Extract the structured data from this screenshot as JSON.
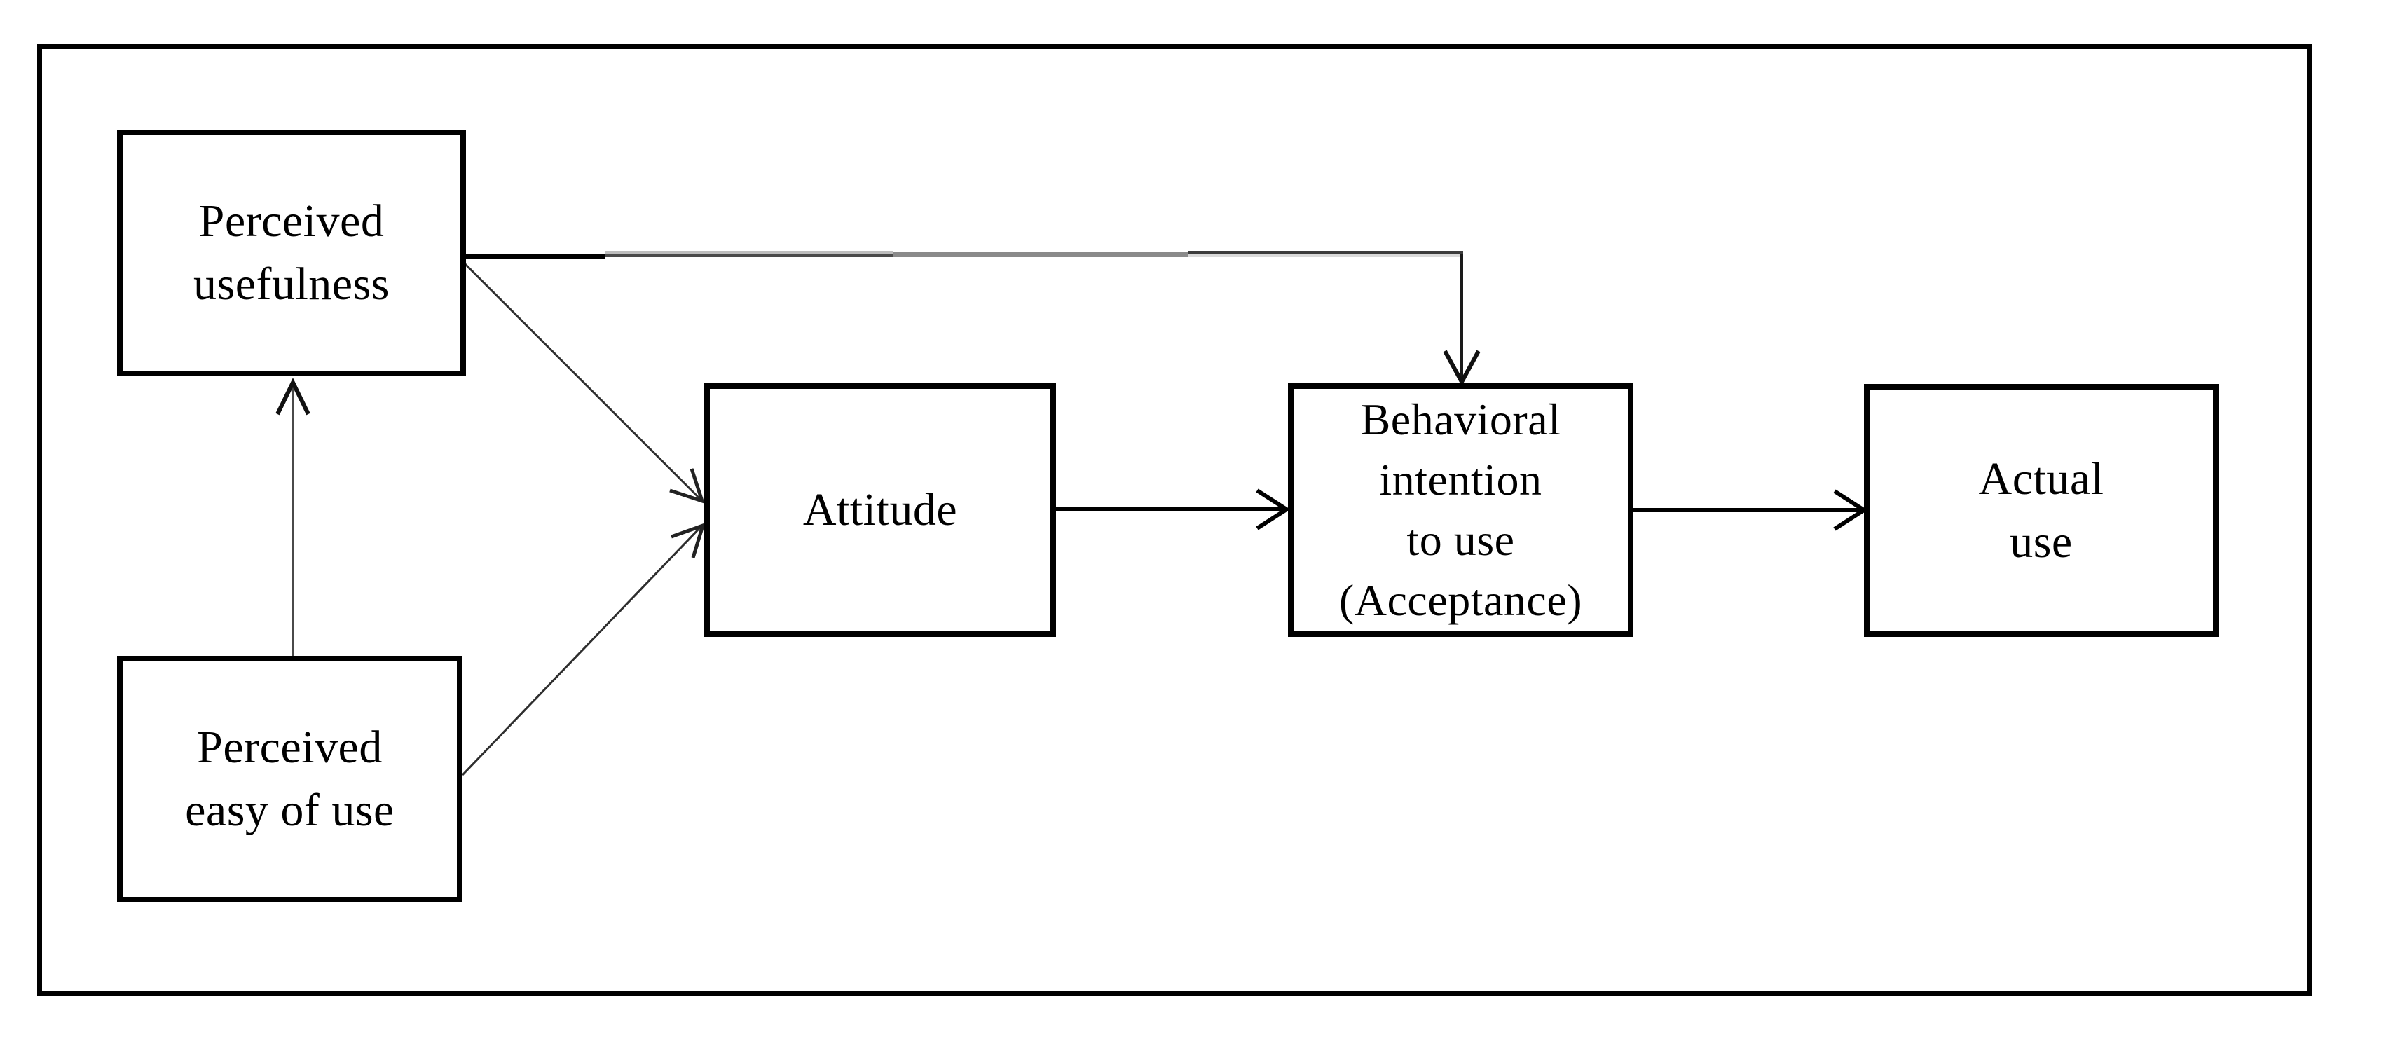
{
  "figure": {
    "type": "diagram",
    "description_visible_text_only": true,
    "nodes": {
      "perceived_usefulness": {
        "lines": [
          "Perceived",
          "usefulness"
        ]
      },
      "perceived_easy_of_use": {
        "lines": [
          "Perceived",
          "easy of use"
        ]
      },
      "attitude": {
        "lines": [
          "Attitude"
        ]
      },
      "behavioral_intention": {
        "lines": [
          "Behavioral",
          "intention",
          "to use",
          "(Acceptance)"
        ]
      },
      "actual_use": {
        "lines": [
          "Actual",
          "use"
        ]
      }
    },
    "edges": [
      {
        "from": "Perceived easy of use",
        "to": "Perceived usefulness",
        "style": "thin-arrow-up"
      },
      {
        "from": "Perceived usefulness",
        "to": "Attitude",
        "style": "thin-diagonal-arrow"
      },
      {
        "from": "Perceived easy of use",
        "to": "Attitude",
        "style": "thin-diagonal-arrow"
      },
      {
        "from": "Perceived usefulness",
        "to": "Behavioral intention to use (Acceptance)",
        "style": "faded-elbow-arrow-down"
      },
      {
        "from": "Attitude",
        "to": "Behavioral intention to use (Acceptance)",
        "style": "thick-arrow-right"
      },
      {
        "from": "Behavioral intention to use (Acceptance)",
        "to": "Actual use",
        "style": "thick-arrow-right"
      }
    ],
    "colors": {
      "background": "#ffffff",
      "border": "#000000",
      "text": "#000000",
      "thin_line": "#2e2e2e",
      "line_fade_segments": [
        "#000000",
        "#bdbdbd",
        "#8a8a8a",
        "#3c3c3c"
      ]
    }
  }
}
